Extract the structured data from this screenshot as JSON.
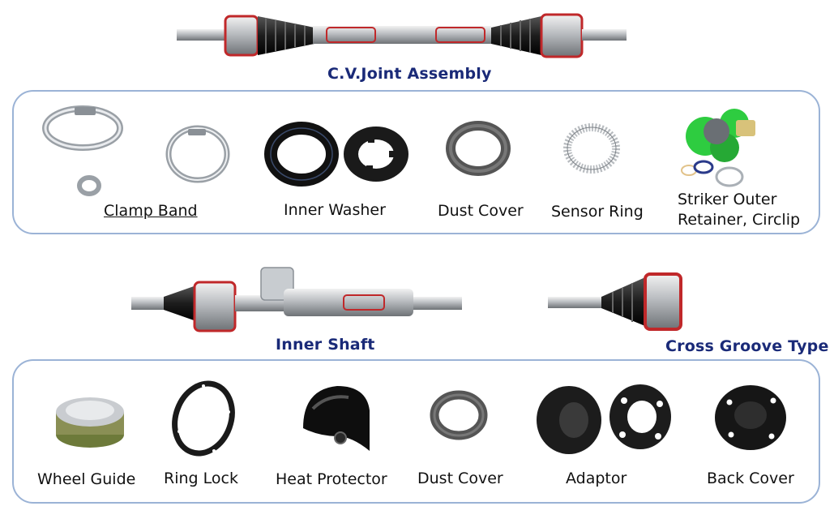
{
  "headings": {
    "cv_joint_assembly": "C.V.Joint Assembly",
    "inner_shaft": "Inner Shaft",
    "cross_groove_type": "Cross Groove Type"
  },
  "panel_top": {
    "items": [
      {
        "label": "Clamp Band"
      },
      {
        "label": "Inner Washer"
      },
      {
        "label": "Dust Cover"
      },
      {
        "label": "Sensor Ring"
      },
      {
        "label_line1": "Striker Outer",
        "label_line2": "Retainer, Circlip"
      }
    ]
  },
  "panel_bottom": {
    "items": [
      {
        "label": "Wheel Guide"
      },
      {
        "label": "Ring Lock"
      },
      {
        "label": "Heat Protector"
      },
      {
        "label": "Dust Cover"
      },
      {
        "label": "Adaptor"
      },
      {
        "label": "Back Cover"
      }
    ]
  },
  "colors": {
    "heading": "#1a2a78",
    "panel_border": "#9bb3d6",
    "accent_red": "#c0282a",
    "accent_green": "#2ecc40"
  }
}
